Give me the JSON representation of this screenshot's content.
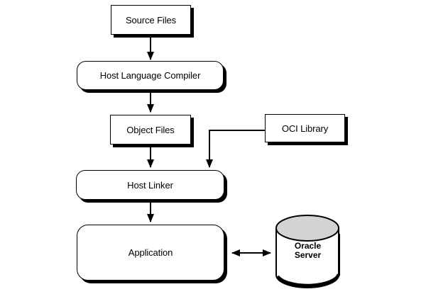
{
  "colors": {
    "background": "#ffffff",
    "line": "#000000",
    "node_fill": "#ffffff",
    "cylinder_top": "#d3d3d3",
    "text": "#000000"
  },
  "nodes": {
    "source_files": {
      "label": "Source Files",
      "shape": "rectangle"
    },
    "host_language_compiler": {
      "label": "Host Language Compiler",
      "shape": "rounded-rectangle"
    },
    "object_files": {
      "label": "Object Files",
      "shape": "rectangle"
    },
    "oci_library": {
      "label": "OCI Library",
      "shape": "rectangle"
    },
    "host_linker": {
      "label": "Host Linker",
      "shape": "rounded-rectangle"
    },
    "application": {
      "label": "Application",
      "shape": "rounded-rectangle"
    },
    "oracle_server": {
      "label_line1": "Oracle",
      "label_line2": "Server",
      "shape": "cylinder"
    }
  },
  "edges": [
    {
      "from": "source_files",
      "to": "host_language_compiler",
      "style": "arrow"
    },
    {
      "from": "host_language_compiler",
      "to": "object_files",
      "style": "arrow"
    },
    {
      "from": "object_files",
      "to": "host_linker",
      "style": "arrow"
    },
    {
      "from": "oci_library",
      "to": "host_linker",
      "style": "elbow-arrow"
    },
    {
      "from": "host_linker",
      "to": "application",
      "style": "arrow"
    },
    {
      "from": "application",
      "to": "oracle_server",
      "style": "double-arrow"
    }
  ]
}
